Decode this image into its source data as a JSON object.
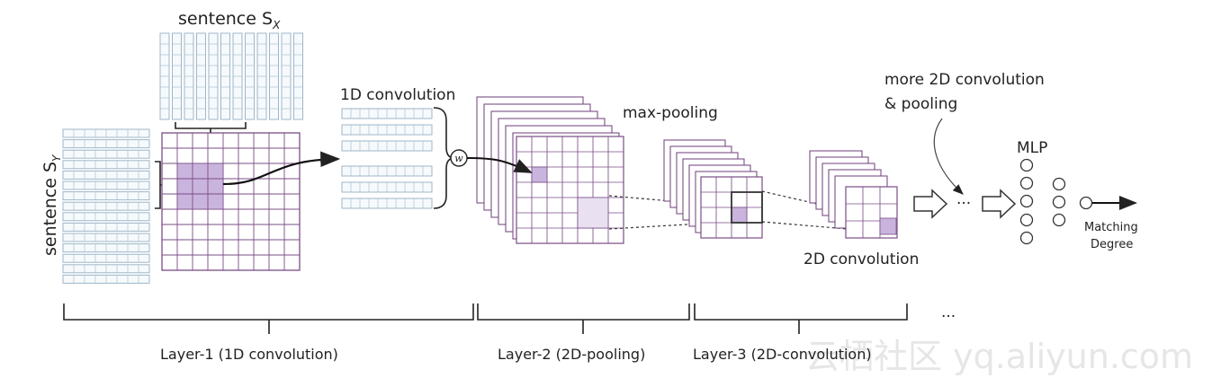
{
  "labels": {
    "sentence_x": "sentence S",
    "sentence_x_sub": "X",
    "sentence_y": "sentence S",
    "sentence_y_sub": "Y",
    "conv1d": "1D convolution",
    "w_symbol": "w",
    "maxpool": "max-pooling",
    "more_line1": "more 2D convolution",
    "more_line2": "& pooling",
    "dots_mid": "···",
    "dots_right": "...",
    "mlp": "MLP",
    "conv2d": "2D convolution",
    "matching_line1": "Matching",
    "matching_line2": "Degree"
  },
  "layers": {
    "layer1": "Layer-1  (1D convolution)",
    "layer2": "Layer-2   (2D-pooling)",
    "layer3": "Layer-3   (2D-convolution)"
  },
  "watermark": "云栖社区 yq.aliyun.com",
  "colors": {
    "grid": "#7a4e86",
    "purple": "#c9b4dd",
    "light_purple": "#e9e1f2",
    "blue": "#9fb6c8",
    "line": "#222222"
  }
}
